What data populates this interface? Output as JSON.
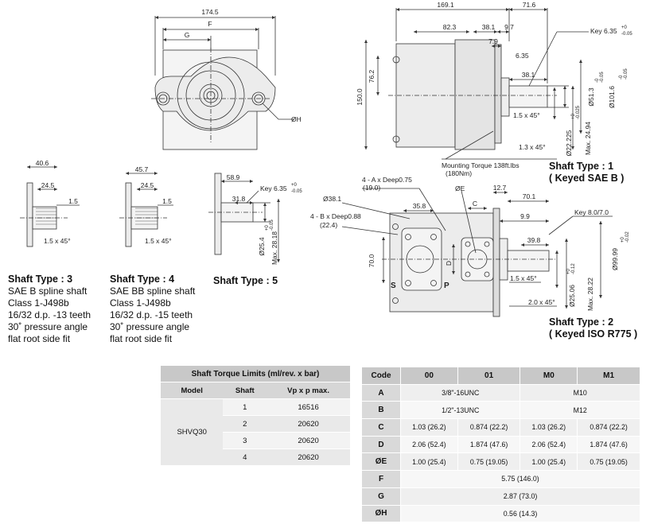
{
  "top_view": {
    "overall_width": "174.5",
    "dim_f": "F",
    "dim_g": "G",
    "hole_dia": "ØH"
  },
  "side_view": {
    "len_total": "169.1",
    "len_shaft_ext": "71.6",
    "len_82": "82.3",
    "len_38": "38.1",
    "len_9_7": "9.7",
    "len_7_9": "7.9",
    "len_6_35": "6.35",
    "height_150": "150.0",
    "height_76": "76.2",
    "key_label": "Key 6.35",
    "key_tol_up": "+0",
    "key_tol_dn": "-0.05",
    "shaft_len": "38.1",
    "chamfer_1": "1.5 x 45°",
    "chamfer_2": "1.3 x 45°",
    "dia_51": "Ø51.3",
    "dia_51_tol_up": "-0",
    "dia_51_tol_dn": "-0.05",
    "dia_101": "Ø101.6",
    "dia_101_tol_up": "-0",
    "dia_101_tol_dn": "-0.05",
    "dia_22": "Ø22.225",
    "dia_22_tol_up": "+0",
    "dia_22_tol_dn": "-0.025",
    "max_24": "Max. 24.94",
    "torque": "Mounting Torque 138ft.lbs",
    "torque_nm": "(180Nm)"
  },
  "shaft_types": {
    "type1": {
      "title": "Shaft Type : 1",
      "sub": "( Keyed SAE B )"
    },
    "type2": {
      "title": "Shaft Type : 2",
      "sub": "( Keyed ISO R775 )"
    },
    "type3": {
      "title": "Shaft Type : 3",
      "lines": [
        "SAE B spline shaft",
        "Class 1-J498b",
        "16/32 d.p. -13 teeth",
        "30˚ pressure angle",
        "flat root side fit"
      ]
    },
    "type4": {
      "title": "Shaft Type : 4",
      "lines": [
        "SAE BB spline shaft",
        "Class 1-J498b",
        "16/32 d.p. -15 teeth",
        "30˚ pressure angle",
        "flat root side fit"
      ]
    },
    "type5": {
      "title": "Shaft Type : 5"
    }
  },
  "shaft3": {
    "len": "40.6",
    "a": "24.5",
    "b": "1.5",
    "chamfer": "1.5 x 45°"
  },
  "shaft4": {
    "len": "45.7",
    "a": "24.5",
    "b": "1.5",
    "chamfer": "1.5 x 45°"
  },
  "shaft5": {
    "len": "58.9",
    "a": "31.8",
    "key": "Key 6.35",
    "key_tol_up": "+0",
    "key_tol_dn": "-0.05",
    "dia": "Ø25.4",
    "dia_tol_up": "+0",
    "dia_tol_dn": "-0.05",
    "max": "Max. 28.18"
  },
  "port_view": {
    "a_label": "4 - A x Deep0.75",
    "a_sub": "(19.0)",
    "b_label": "4 - B x Deep0.88",
    "b_sub": "(22.4)",
    "o38": "Ø38.1",
    "d35": "35.8",
    "d70": "70.0",
    "oe": "ØE",
    "c": "C",
    "d": "D",
    "s": "S",
    "p": "P",
    "d12_7": "12.7",
    "d70_1": "70.1",
    "d9_9": "9.9",
    "d39_8": "39.8",
    "key": "Key 8.0/7.0",
    "chamfer_1": "1.5 x 45°",
    "chamfer_2": "2.0 x 45°",
    "dia_25": "Ø25.06",
    "dia_25_tol_up": "+0",
    "dia_25_tol_dn": "-0.12",
    "max_28": "Max. 28.22",
    "dia_99": "Ø99.99",
    "dia_99_tol_up": "+0",
    "dia_99_tol_dn": "-0.02"
  },
  "torque_table": {
    "title": "Shaft Torque Limits (ml/rev. x bar)",
    "headers": [
      "Model",
      "Shaft",
      "Vp x p max."
    ],
    "model": "SHVQ30",
    "rows": [
      {
        "shaft": "1",
        "value": "16516"
      },
      {
        "shaft": "2",
        "value": "20620"
      },
      {
        "shaft": "3",
        "value": "20620"
      },
      {
        "shaft": "4",
        "value": "20620"
      }
    ]
  },
  "code_table": {
    "headers": [
      "Code",
      "00",
      "01",
      "M0",
      "M1"
    ],
    "rows": [
      {
        "code": "A",
        "merged": [
          "3/8\"-16UNC",
          "M10"
        ]
      },
      {
        "code": "B",
        "merged": [
          "1/2\"-13UNC",
          "M12"
        ]
      },
      {
        "code": "C",
        "cells": [
          "1.03 (26.2)",
          "0.874 (22.2)",
          "1.03 (26.2)",
          "0.874 (22.2)"
        ]
      },
      {
        "code": "D",
        "cells": [
          "2.06 (52.4)",
          "1.874 (47.6)",
          "2.06 (52.4)",
          "1.874 (47.6)"
        ]
      },
      {
        "code": "ØE",
        "cells": [
          "1.00 (25.4)",
          "0.75 (19.05)",
          "1.00 (25.4)",
          "0.75 (19.05)"
        ]
      },
      {
        "code": "F",
        "all": "5.75 (146.0)"
      },
      {
        "code": "G",
        "all": "2.87 (73.0)"
      },
      {
        "code": "ØH",
        "all": "0.56 (14.3)"
      }
    ]
  }
}
